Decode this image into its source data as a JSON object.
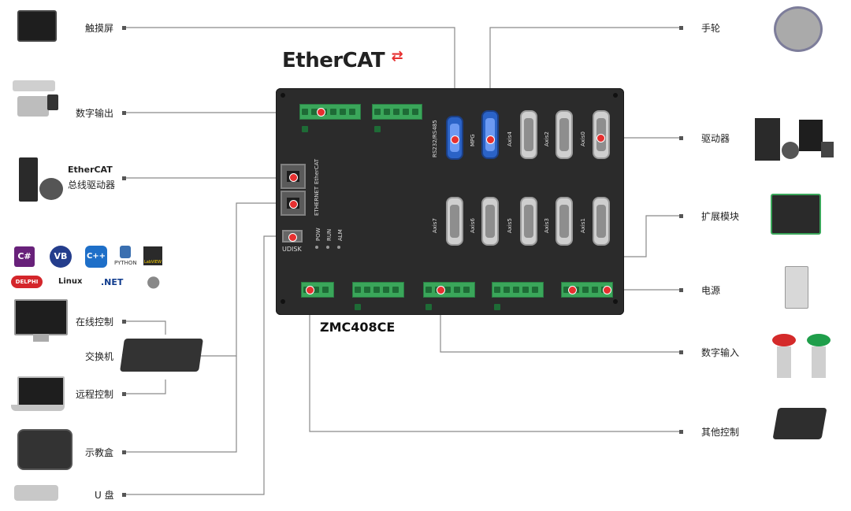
{
  "diagram": {
    "brand": "EtherCAT",
    "model": "ZMC408CE",
    "left_labels": {
      "touch_screen": "触摸屏",
      "digital_output": "数字输出",
      "ethercat_small": "EtherCAT",
      "bus_driver": "总线驱动器",
      "online_control": "在线控制",
      "switch": "交换机",
      "remote_control": "远程控制",
      "teach_pendant": "示教盒",
      "udisk": "U 盘"
    },
    "right_labels": {
      "handwheel": "手轮",
      "driver": "驱动器",
      "expansion": "扩展模块",
      "power": "电源",
      "digital_input": "数字输入",
      "other_control": "其他控制"
    },
    "board_labels": {
      "ethercat_port": "EtherCAT",
      "ethernet_port": "ETHERNET",
      "udisk_port": "UDISK",
      "rs232": "RS232/RS485",
      "mpg": "MPG",
      "axis4": "Axis4",
      "axis2": "Axis2",
      "axis0": "Axis0",
      "axis7": "Axis7",
      "axis6": "Axis6",
      "axis5": "Axis5",
      "axis3": "Axis3",
      "axis1": "Axis1",
      "pow": "POW",
      "run": "RUN",
      "alm": "ALM"
    },
    "software_logos": {
      "csharp": "C#",
      "vb": "VB",
      "cpp": "C++",
      "python": "PYTHON",
      "labview": "LabVIEW",
      "delphi": "DELPHI",
      "linux": "Linux",
      "dotnet": ".NET",
      "apple": "apple-icon"
    },
    "colors": {
      "board": "#2b2b2b",
      "terminal": "#3aa65a",
      "accent": "#e63030",
      "connector_blue": "#2b63c7",
      "line": "#8a8a8a"
    }
  }
}
